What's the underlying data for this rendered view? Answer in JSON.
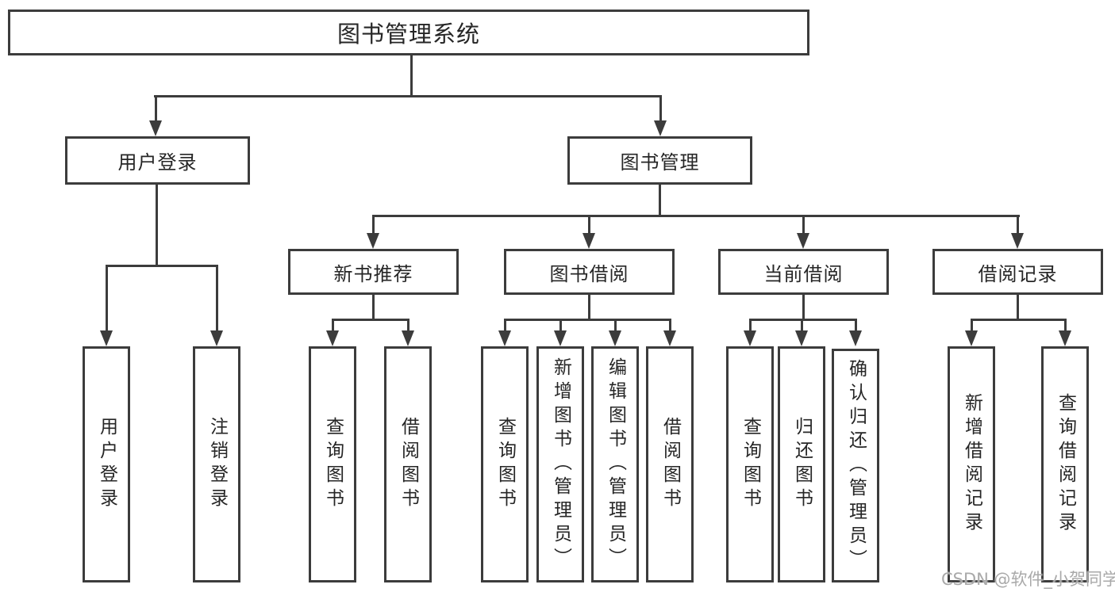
{
  "tree": {
    "root": "图书管理系统",
    "user_login": {
      "label": "用户登录",
      "children": [
        "用户登录",
        "注销登录"
      ]
    },
    "book_management": {
      "label": "图书管理",
      "groups": [
        {
          "label": "新书推荐",
          "children": [
            "查询图书",
            "借阅图书"
          ]
        },
        {
          "label": "图书借阅",
          "children": [
            "查询图书",
            "新增图书（管理员）",
            "编辑图书（管理员）",
            "借阅图书"
          ]
        },
        {
          "label": "当前借阅",
          "children": [
            "查询图书",
            "归还图书",
            "确认归还（管理员）"
          ]
        },
        {
          "label": "借阅记录",
          "children": [
            "新增借阅记录",
            "查询借阅记录"
          ]
        }
      ]
    }
  },
  "watermark": "CSDN @软件_小贺同学",
  "colors": {
    "line": "#3c3c3c",
    "text": "#262626",
    "background": "#ffffff",
    "watermark": "#a9a9a9"
  }
}
